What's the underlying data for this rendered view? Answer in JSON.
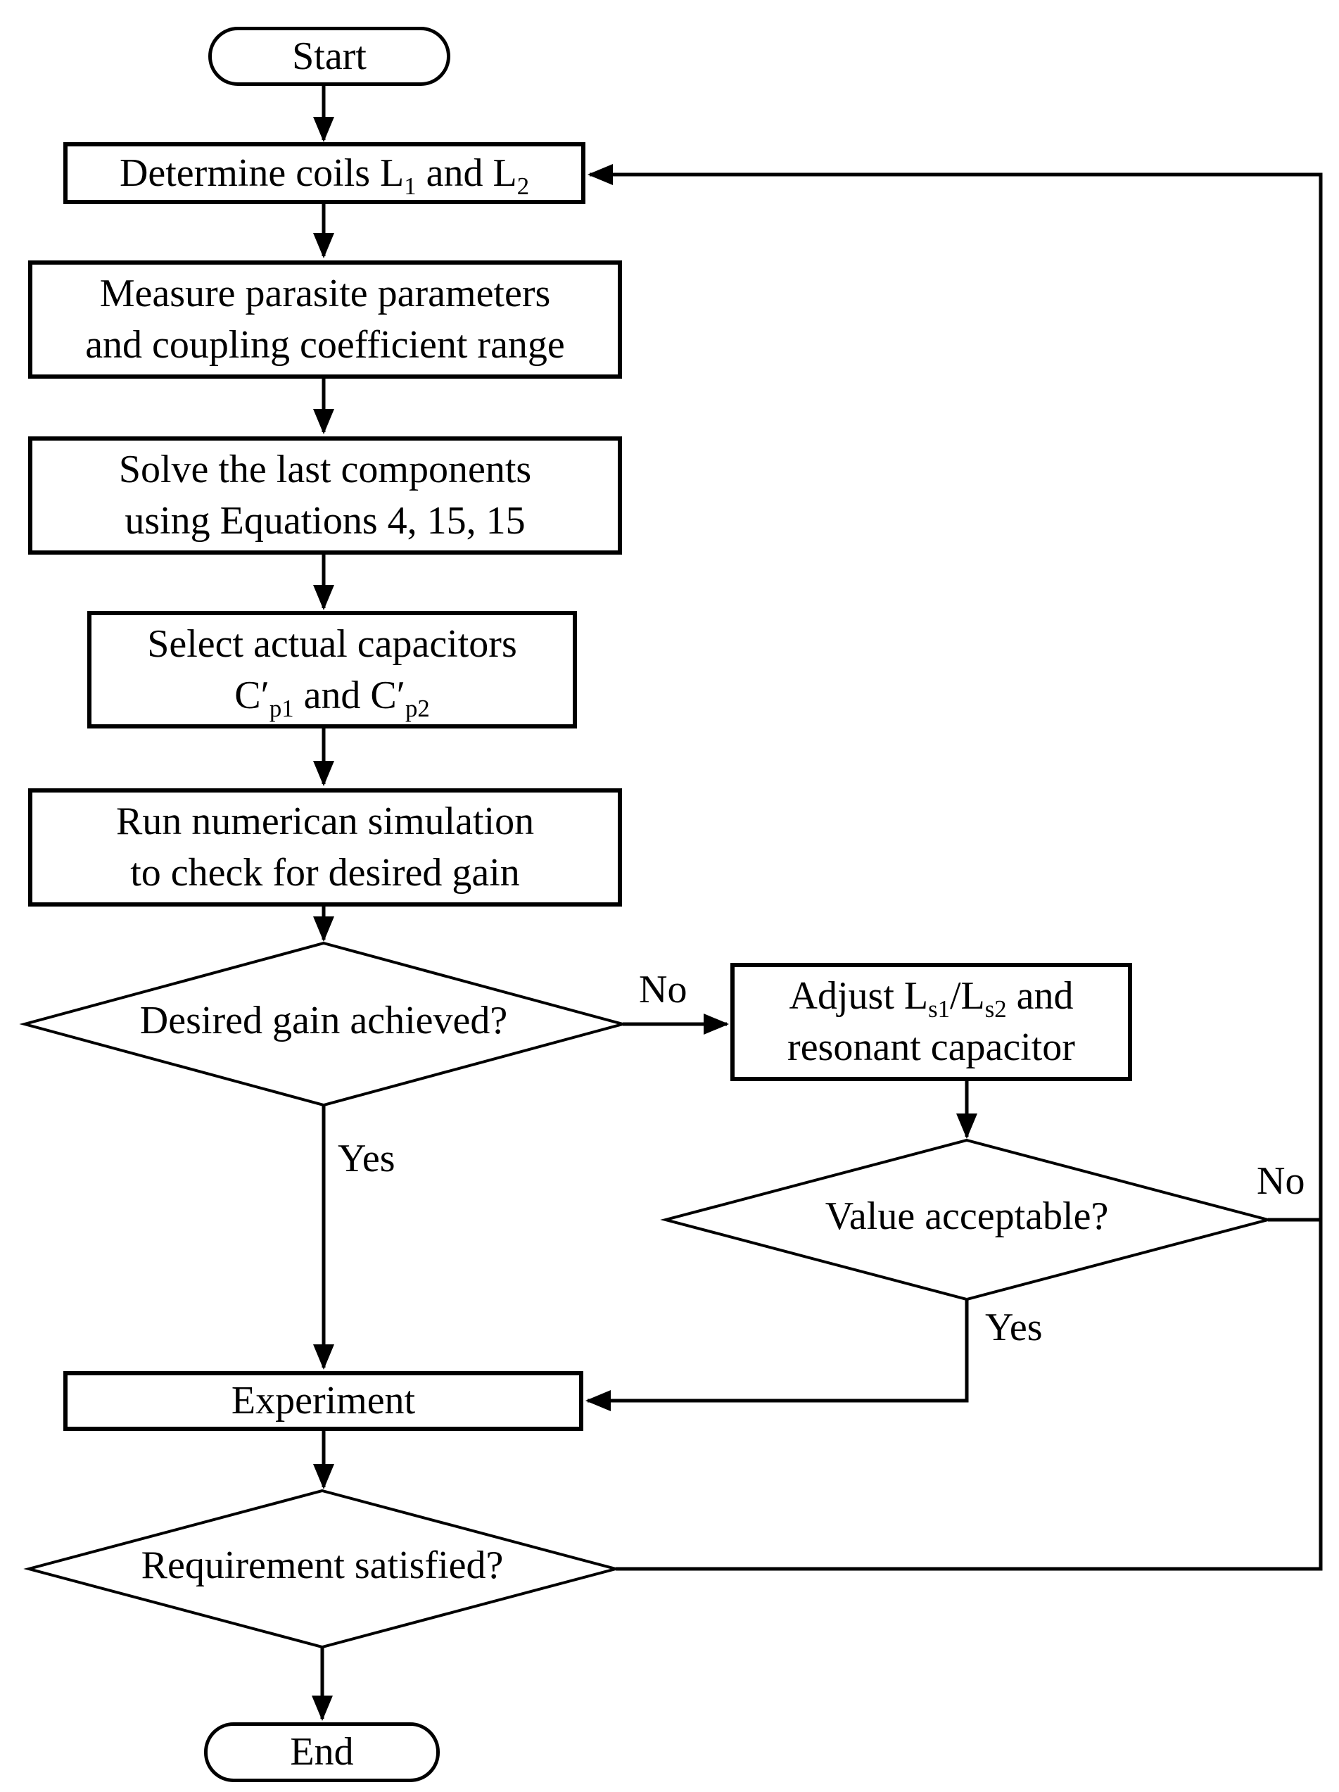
{
  "diagram": {
    "type": "flowchart",
    "colors": {
      "stroke": "#000000",
      "shape_fill": "#ffffff",
      "background": "#ffffff"
    },
    "nodes": {
      "start": {
        "label": "Start"
      },
      "determine": {
        "parts": [
          "Determine coils L",
          "1",
          " and L",
          "2"
        ]
      },
      "measure": {
        "line1": "Measure parasite parameters",
        "line2": "and coupling coefficient range"
      },
      "solve": {
        "line1": "Solve the last components",
        "line2": "using Equations 4, 15, 15"
      },
      "select": {
        "line1": "Select actual capacitors",
        "parts": [
          "C′",
          "p1",
          " and C′",
          "p2"
        ]
      },
      "run": {
        "line1": "Run numerican simulation",
        "line2": "to check for desired gain"
      },
      "desired_gain": {
        "label": "Desired gain achieved?"
      },
      "adjust": {
        "parts": [
          "Adjust L",
          "s1",
          "/L",
          "s2",
          " and"
        ],
        "line2": "resonant capacitor"
      },
      "value_acceptable": {
        "label": "Value acceptable?"
      },
      "experiment": {
        "label": "Experiment"
      },
      "requirement": {
        "label": "Requirement satisfied?"
      },
      "end": {
        "label": "End"
      }
    },
    "edges": {
      "desired_gain_no": "No",
      "desired_gain_yes": "Yes",
      "value_acceptable_no": "No",
      "value_acceptable_yes": "Yes"
    }
  }
}
